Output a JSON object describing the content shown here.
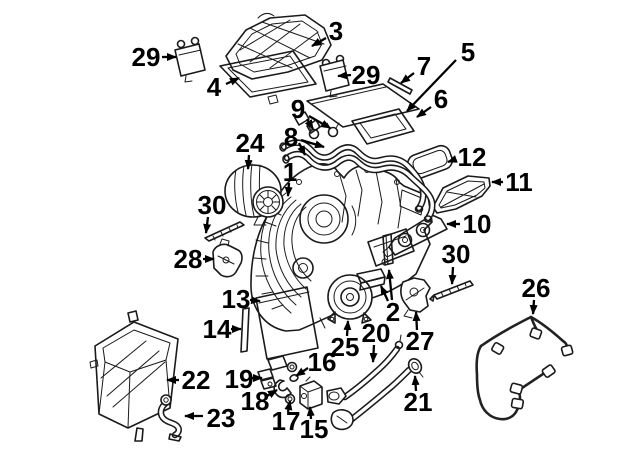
{
  "figure": {
    "type": "exploded-parts-diagram",
    "background": "#ffffff",
    "line_color": "#1a1a1a",
    "label_color": "#000000"
  },
  "callouts": [
    {
      "label": "29"
    },
    {
      "label": "3"
    },
    {
      "label": "4"
    },
    {
      "label": "29"
    },
    {
      "label": "7"
    },
    {
      "label": "5"
    },
    {
      "label": "6"
    },
    {
      "label": "9"
    },
    {
      "label": "8"
    },
    {
      "label": "12"
    },
    {
      "label": "11"
    },
    {
      "label": "24"
    },
    {
      "label": "1"
    },
    {
      "label": "10"
    },
    {
      "label": "30"
    },
    {
      "label": "28"
    },
    {
      "label": "13"
    },
    {
      "label": "14"
    },
    {
      "label": "2"
    },
    {
      "label": "30"
    },
    {
      "label": "25"
    },
    {
      "label": "27"
    },
    {
      "label": "26"
    },
    {
      "label": "20"
    },
    {
      "label": "21"
    },
    {
      "label": "22"
    },
    {
      "label": "23"
    },
    {
      "label": "19"
    },
    {
      "label": "18"
    },
    {
      "label": "16"
    },
    {
      "label": "17"
    },
    {
      "label": "15"
    }
  ]
}
